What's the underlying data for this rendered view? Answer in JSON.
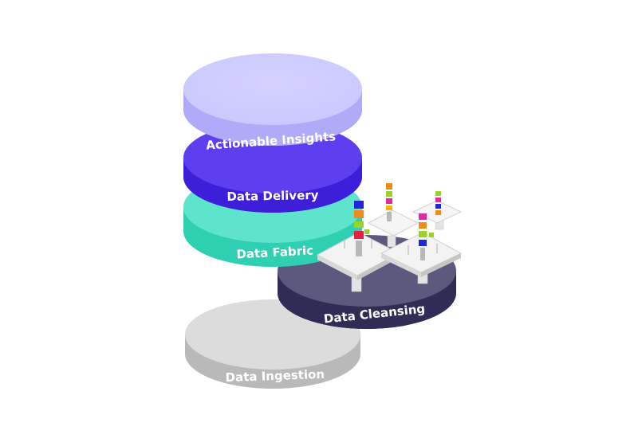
{
  "diagram": {
    "layers": [
      {
        "id": "ingestion",
        "label": "Data Ingestion",
        "top_color": "#dcdcdc",
        "side_color": "#b9b9b9"
      },
      {
        "id": "cleansing",
        "label": "Data Cleansing",
        "top_color": "#5b5a7e",
        "side_color": "#2f2d55"
      },
      {
        "id": "fabric",
        "label": "Data Fabric",
        "top_color": "#5ee3cc",
        "side_color": "#2fcfb1"
      },
      {
        "id": "delivery",
        "label": "Data Delivery",
        "top_color": "#5d3ff0",
        "side_color": "#3d1fd9"
      },
      {
        "id": "insights",
        "label": "Actionable Insights",
        "top_color": "#cbc8ff",
        "side_color": "#b0abf9"
      }
    ],
    "cube_colors": [
      "#e8203f",
      "#f08a1a",
      "#9bd22a",
      "#2226d6",
      "#e02aa0",
      "#ffb000",
      "#b8b8b8"
    ]
  }
}
